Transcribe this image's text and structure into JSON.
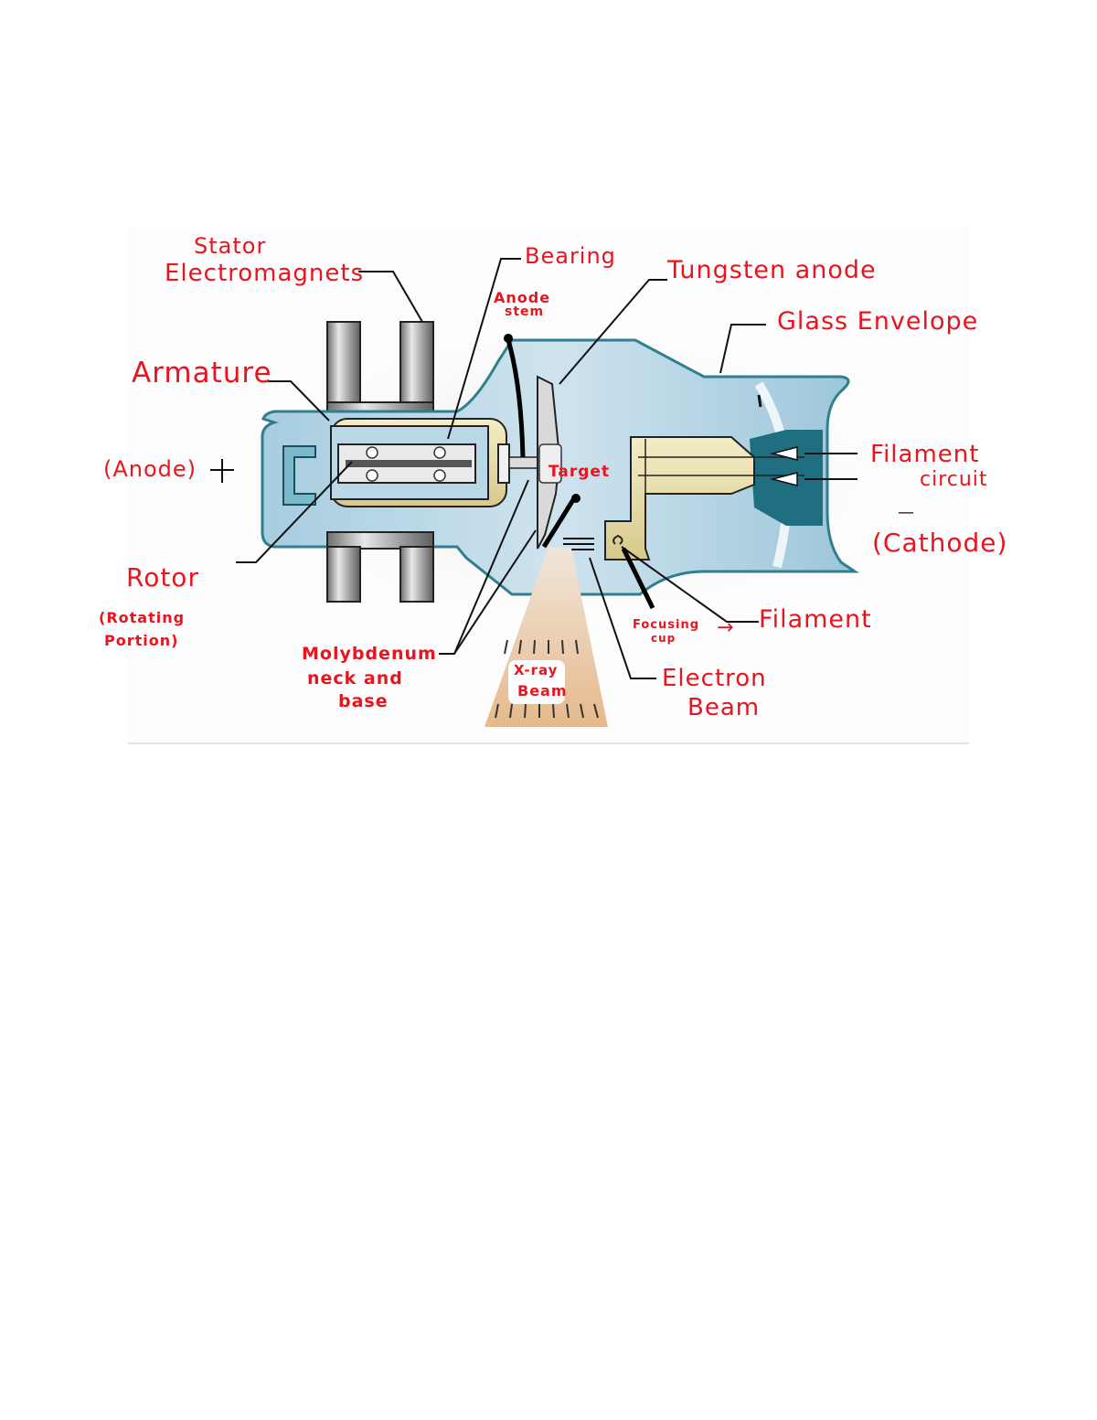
{
  "figure": {
    "title": "X-ray tube diagram (rotating anode)",
    "colors": {
      "annotation_red": "#e8141e",
      "glass_blue": "#a9cfe2",
      "glass_outline": "#2f7f8f",
      "metal_gray": "#9a9a9a",
      "cathode_cream": "#ede3b0",
      "beam_tan": "#e9c9a0"
    }
  },
  "labels": {
    "stator_line1": "Stator",
    "stator_line2": "Electromagnets",
    "bearing": "Bearing",
    "tungsten_anode": "Tungsten anode",
    "anode_stem_line1": "Anode",
    "anode_stem_line2": "stem",
    "glass_envelope": "Glass Envelope",
    "armature": "Armature",
    "anode": "(Anode)",
    "anode_sign": "+",
    "target": "Target",
    "filament_circuit_line1": "Filament",
    "filament_circuit_line2": "circuit",
    "cathode_sign": "—",
    "cathode": "(Cathode)",
    "rotor": "Rotor",
    "rotating_line1": "(Rotating",
    "rotating_line2": "Portion)",
    "molybdenum_line1": "Molybdenum",
    "molybdenum_line2": "neck and",
    "molybdenum_line3": "base",
    "xray_line1": "X-ray",
    "xray_line2": "Beam",
    "focusing_line1": "Focusing",
    "focusing_line2": "cup",
    "focusing_arrow": "→",
    "filament": "Filament",
    "electron_line1": "Electron",
    "electron_line2": "Beam"
  }
}
